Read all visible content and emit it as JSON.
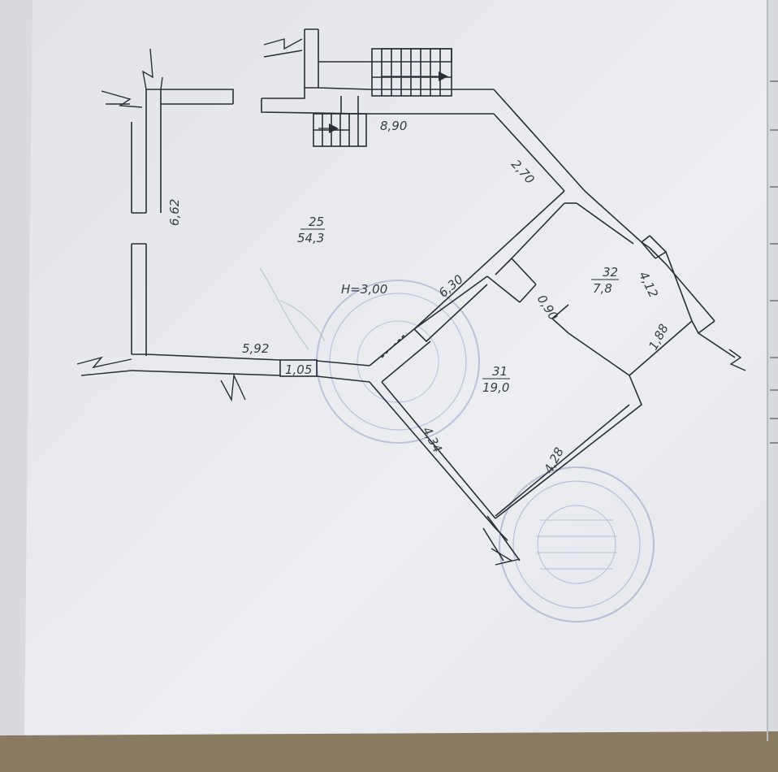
{
  "plan": {
    "dimensions": {
      "top_wall": "8,90",
      "diag_wall": "2,70",
      "left_wall": "6,62",
      "bottom_left": "5,92",
      "door_width": "1,05",
      "room31_diag": "6,30",
      "room31_left": "4,34",
      "room31_bottom": "4,28",
      "room32_right": "4,12",
      "room32_width": "1,88",
      "room32_door": "0,90",
      "ceiling_height": "H=3,00"
    },
    "rooms": [
      {
        "number": "25",
        "area": "54,3"
      },
      {
        "number": "32",
        "area": "7,8"
      },
      {
        "number": "31",
        "area": "19,0"
      }
    ]
  },
  "colors": {
    "line": "#2b2e35",
    "paper": "#e9ebef",
    "stamp": "#9aa0c4",
    "background": "#8a7a62"
  }
}
